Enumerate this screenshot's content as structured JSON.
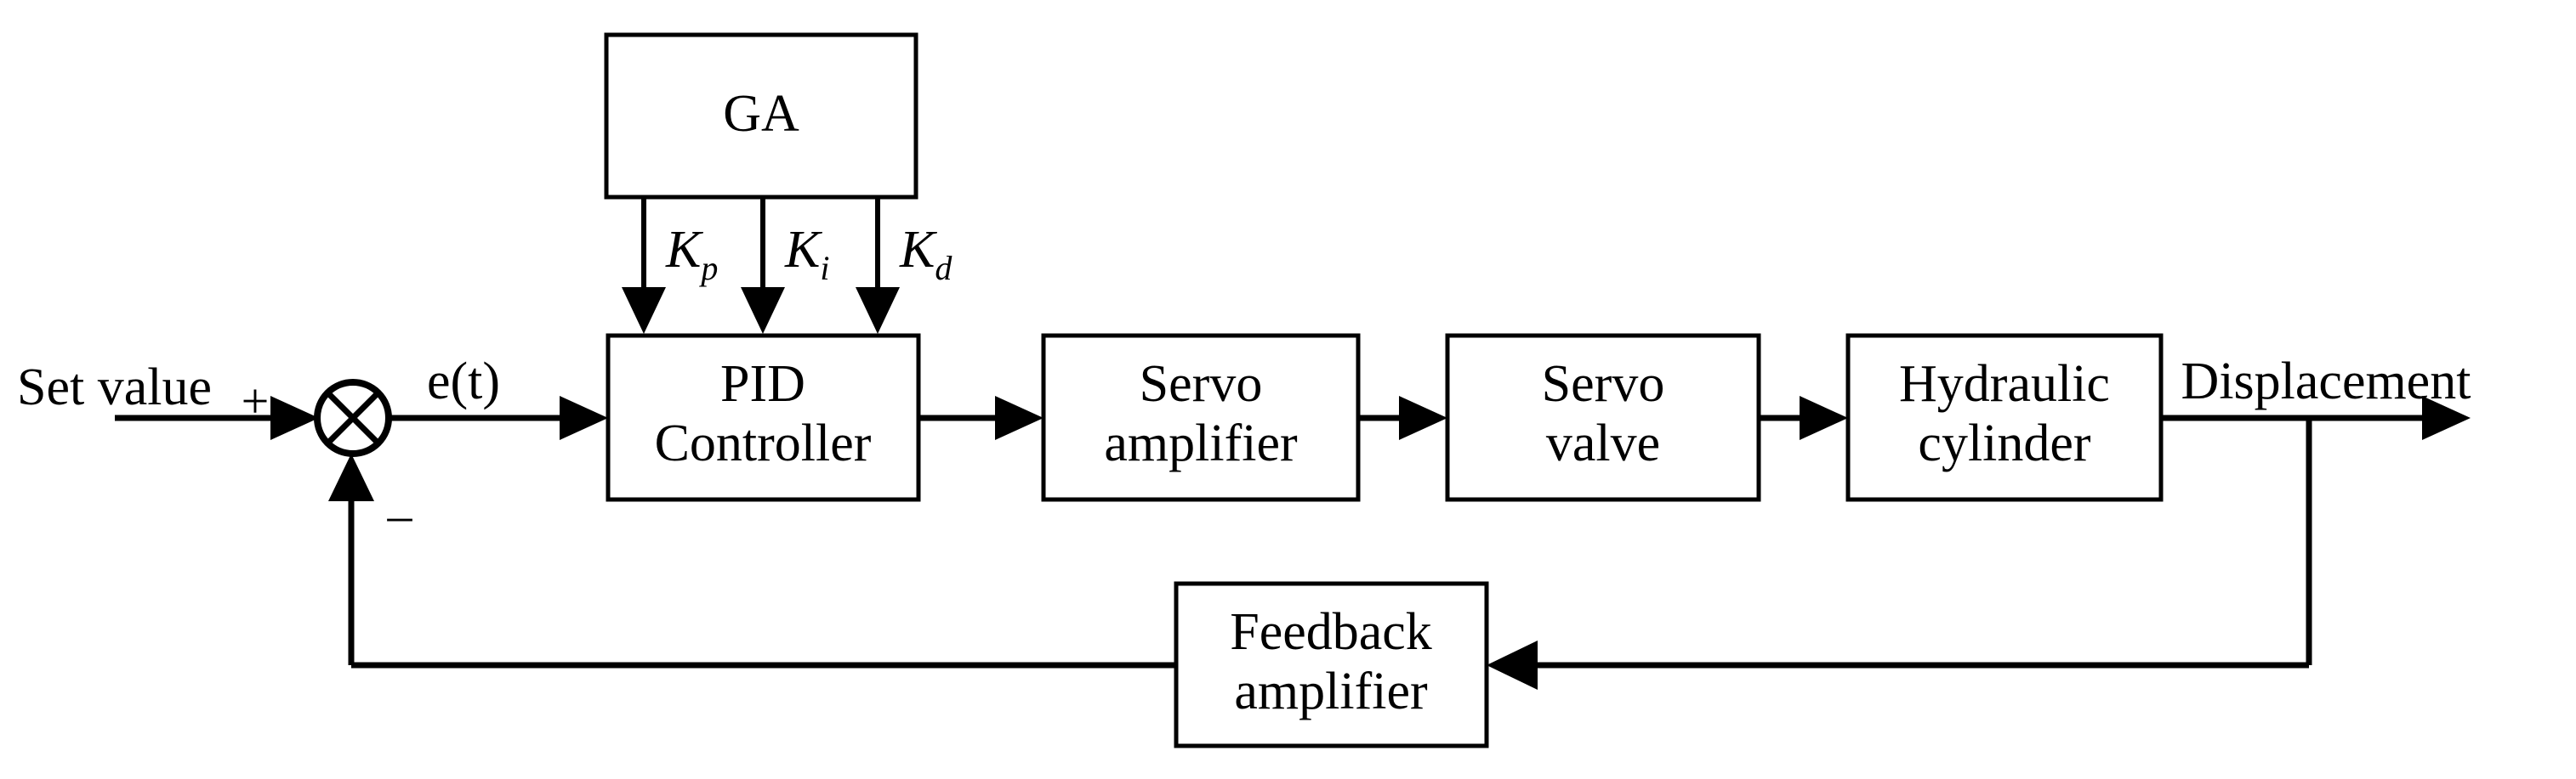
{
  "diagram": {
    "title": "GA-tuned PID hydraulic position control block diagram",
    "type": "control-system-block-diagram",
    "colors": {
      "stroke": "#000000",
      "fill": "#ffffff",
      "background": "#ffffff"
    },
    "blocks": [
      {
        "id": "ga",
        "label": "GA",
        "line1": "GA",
        "line2": ""
      },
      {
        "id": "pid",
        "label": "PID Controller",
        "line1": "PID",
        "line2": "Controller"
      },
      {
        "id": "servo_amp",
        "label": "Servo amplifier",
        "line1": "Servo",
        "line2": "amplifier"
      },
      {
        "id": "servo_vlv",
        "label": "Servo valve",
        "line1": "Servo",
        "line2": "valve"
      },
      {
        "id": "hyd_cyl",
        "label": "Hydraulic cylinder",
        "line1": "Hydraulic",
        "line2": "cylinder"
      },
      {
        "id": "fb_amp",
        "label": "Feedback amplifier",
        "line1": "Feedback",
        "line2": "amplifier"
      }
    ],
    "signals": {
      "input_label": "Set value",
      "error_label": "e(t)",
      "output_label": "Displacement",
      "plus_sign": "+",
      "minus_sign": "–"
    },
    "gains": [
      {
        "id": "kp",
        "symbol": "K",
        "subscript": "p",
        "label": "Kp"
      },
      {
        "id": "ki",
        "symbol": "K",
        "subscript": "i",
        "label": "Ki"
      },
      {
        "id": "kd",
        "symbol": "K",
        "subscript": "d",
        "label": "Kd"
      }
    ],
    "summing_junction": {
      "name": "summing-junction",
      "glyph": "crossed-circle",
      "inputs": [
        "Set value",
        "Feedback amplifier"
      ],
      "output": "e(t)"
    },
    "flow": [
      "Set value",
      "summing-junction",
      "PID Controller",
      "Servo amplifier",
      "Servo valve",
      "Hydraulic cylinder",
      "Displacement",
      "Feedback amplifier",
      "summing-junction"
    ]
  }
}
